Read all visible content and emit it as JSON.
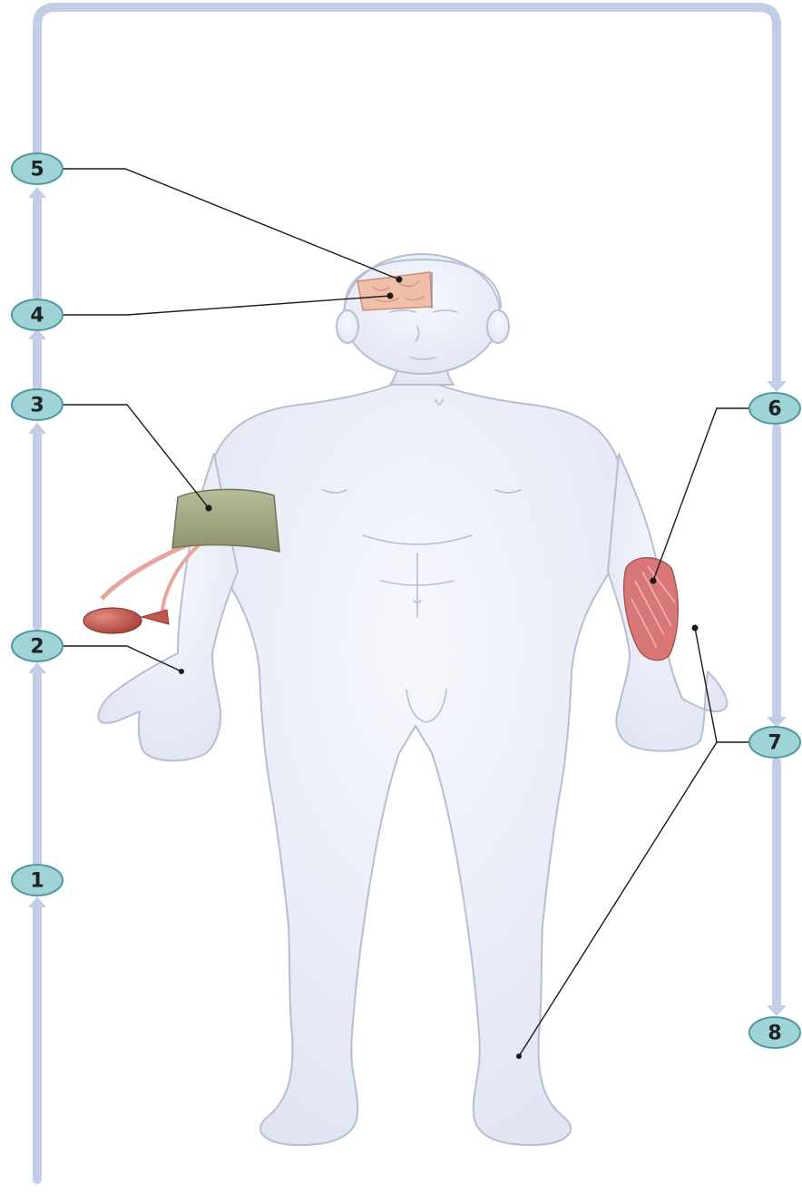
{
  "labels": [
    {
      "id": "1",
      "text": "1"
    },
    {
      "id": "2",
      "text": "2"
    },
    {
      "id": "3",
      "text": "3"
    },
    {
      "id": "4",
      "text": "4"
    },
    {
      "id": "5",
      "text": "5"
    },
    {
      "id": "6",
      "text": "6"
    },
    {
      "id": "7",
      "text": "7"
    },
    {
      "id": "8",
      "text": "8"
    }
  ],
  "colors": {
    "flow_line": "#c5cde6",
    "badge_fill": "#9fd3d6",
    "badge_stroke": "#4f9aa0",
    "body_fill": "#edf0fa",
    "body_stroke": "#b7bed2",
    "cuff": "#a6a987",
    "bulb": "#c2594f",
    "muscle": "#d87777",
    "brain": "#f1bfa9",
    "leader_line": "#1a1a1a"
  }
}
